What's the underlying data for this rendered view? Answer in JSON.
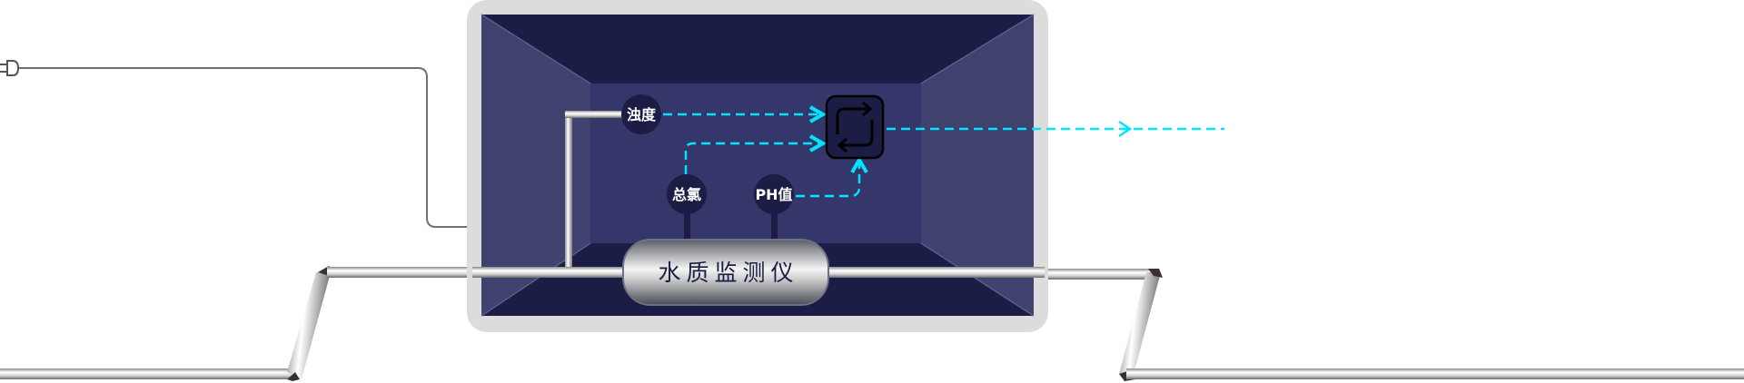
{
  "device": {
    "title": "水质监测仪"
  },
  "sensors": [
    {
      "label": "浊度"
    },
    {
      "label": "总氯"
    },
    {
      "label": "PH值"
    }
  ],
  "icons": {
    "plug": "power-plug-icon",
    "cycle": "refresh-cycle-icon"
  },
  "colors": {
    "frame": "#dcdcdc",
    "tank_dark": "#1b1d45",
    "tank_side": "#3f416e",
    "tank_back": "#35376a",
    "flow": "#00e5ff",
    "sensor_fill": "#1b1d45",
    "cable": "#707070"
  }
}
